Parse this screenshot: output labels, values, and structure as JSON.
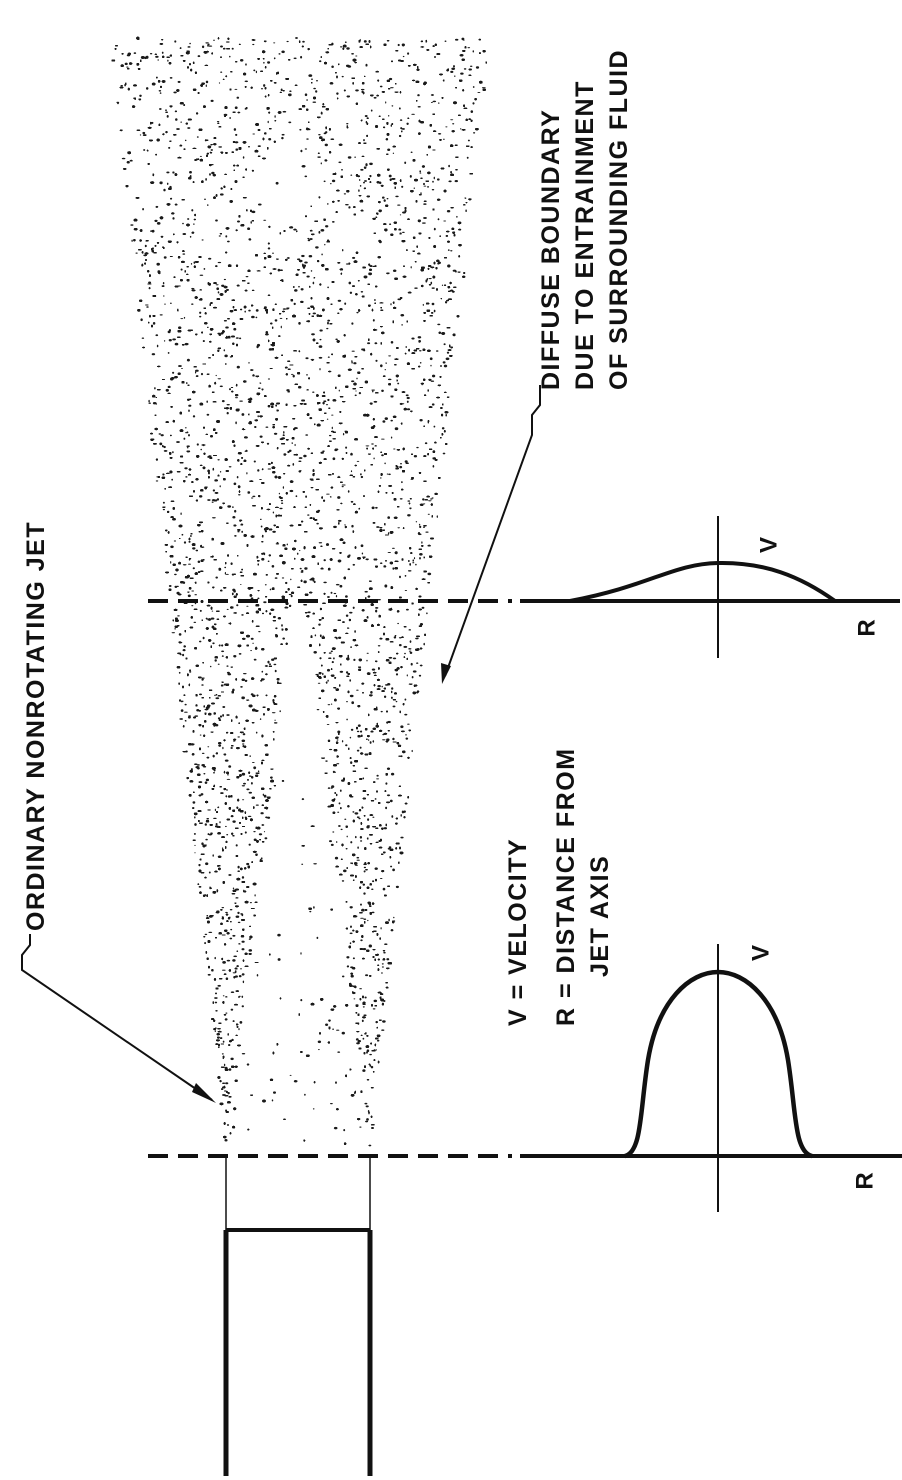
{
  "labels": {
    "jet": "ORDINARY NONROTATING JET",
    "boundary_line1": "DIFFUSE BOUNDARY",
    "boundary_line2": "DUE TO ENTRAINMENT",
    "boundary_line3": "OF SURROUNDING FLUID",
    "legend_v": "V = VELOCITY",
    "legend_r1": "R = DISTANCE FROM",
    "legend_r2": "JET AXIS"
  },
  "profiles": [
    {
      "v_label": "V",
      "r_label": "R",
      "shape": "flat-top"
    },
    {
      "v_label": "V",
      "r_label": "R",
      "shape": "broad-low"
    }
  ],
  "colors": {
    "ink": "#111111",
    "background": "#ffffff"
  }
}
